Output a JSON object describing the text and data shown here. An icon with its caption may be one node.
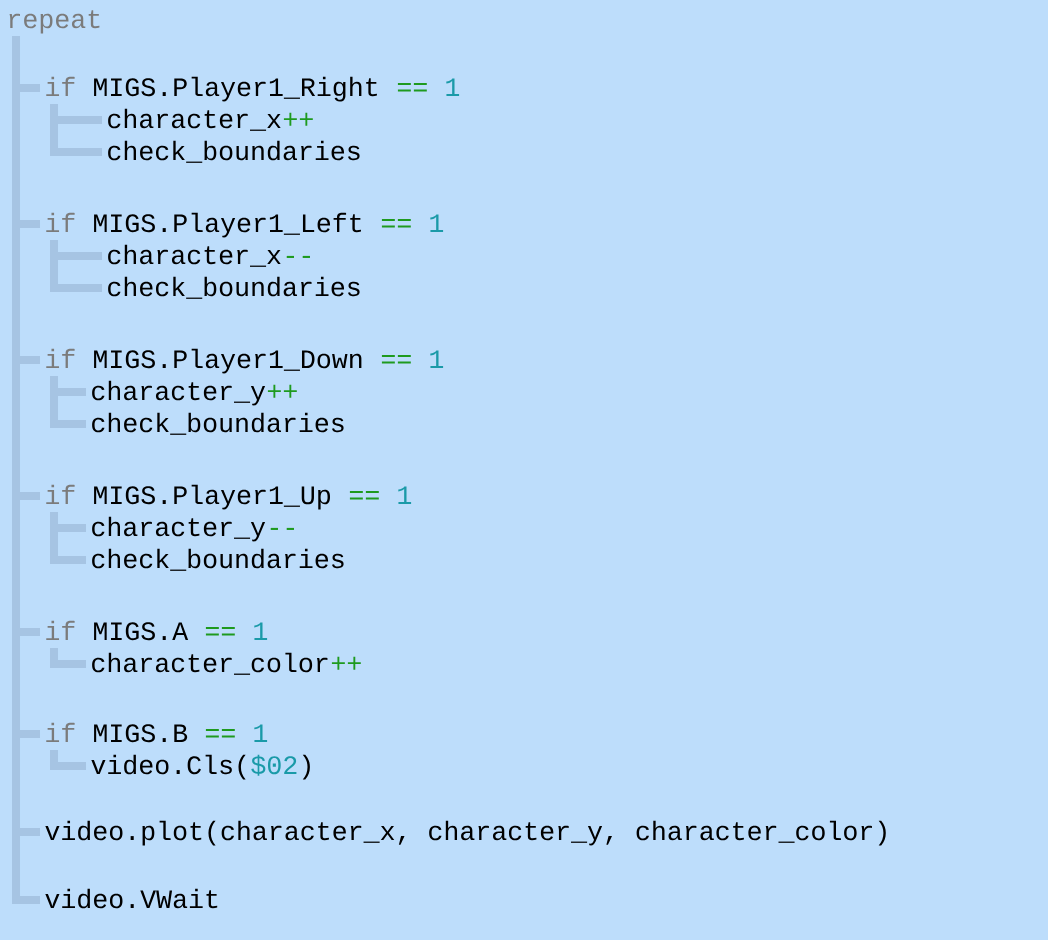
{
  "diagram": {
    "labels": [
      "repeat",
      "if",
      "MIGS.Player1_Right",
      "==",
      "1",
      "character_x",
      "++",
      "check_boundaries",
      "if",
      "MIGS.Player1_Left",
      "==",
      "1",
      "character_x",
      "--",
      "check_boundaries",
      "if",
      "MIGS.Player1_Down",
      "==",
      "1",
      "character_y",
      "++",
      "check_boundaries",
      "if",
      "MIGS.Player1_Up",
      "==",
      "1",
      "character_y",
      "--",
      "check_boundaries",
      "if",
      "MIGS.A",
      "==",
      "1",
      "character_color",
      "++",
      "if",
      "MIGS.B",
      "==",
      "1",
      "video.Cls(",
      "$02",
      ")",
      "video.plot(character_x, character_y, character_color)",
      "video.VWait"
    ]
  }
}
